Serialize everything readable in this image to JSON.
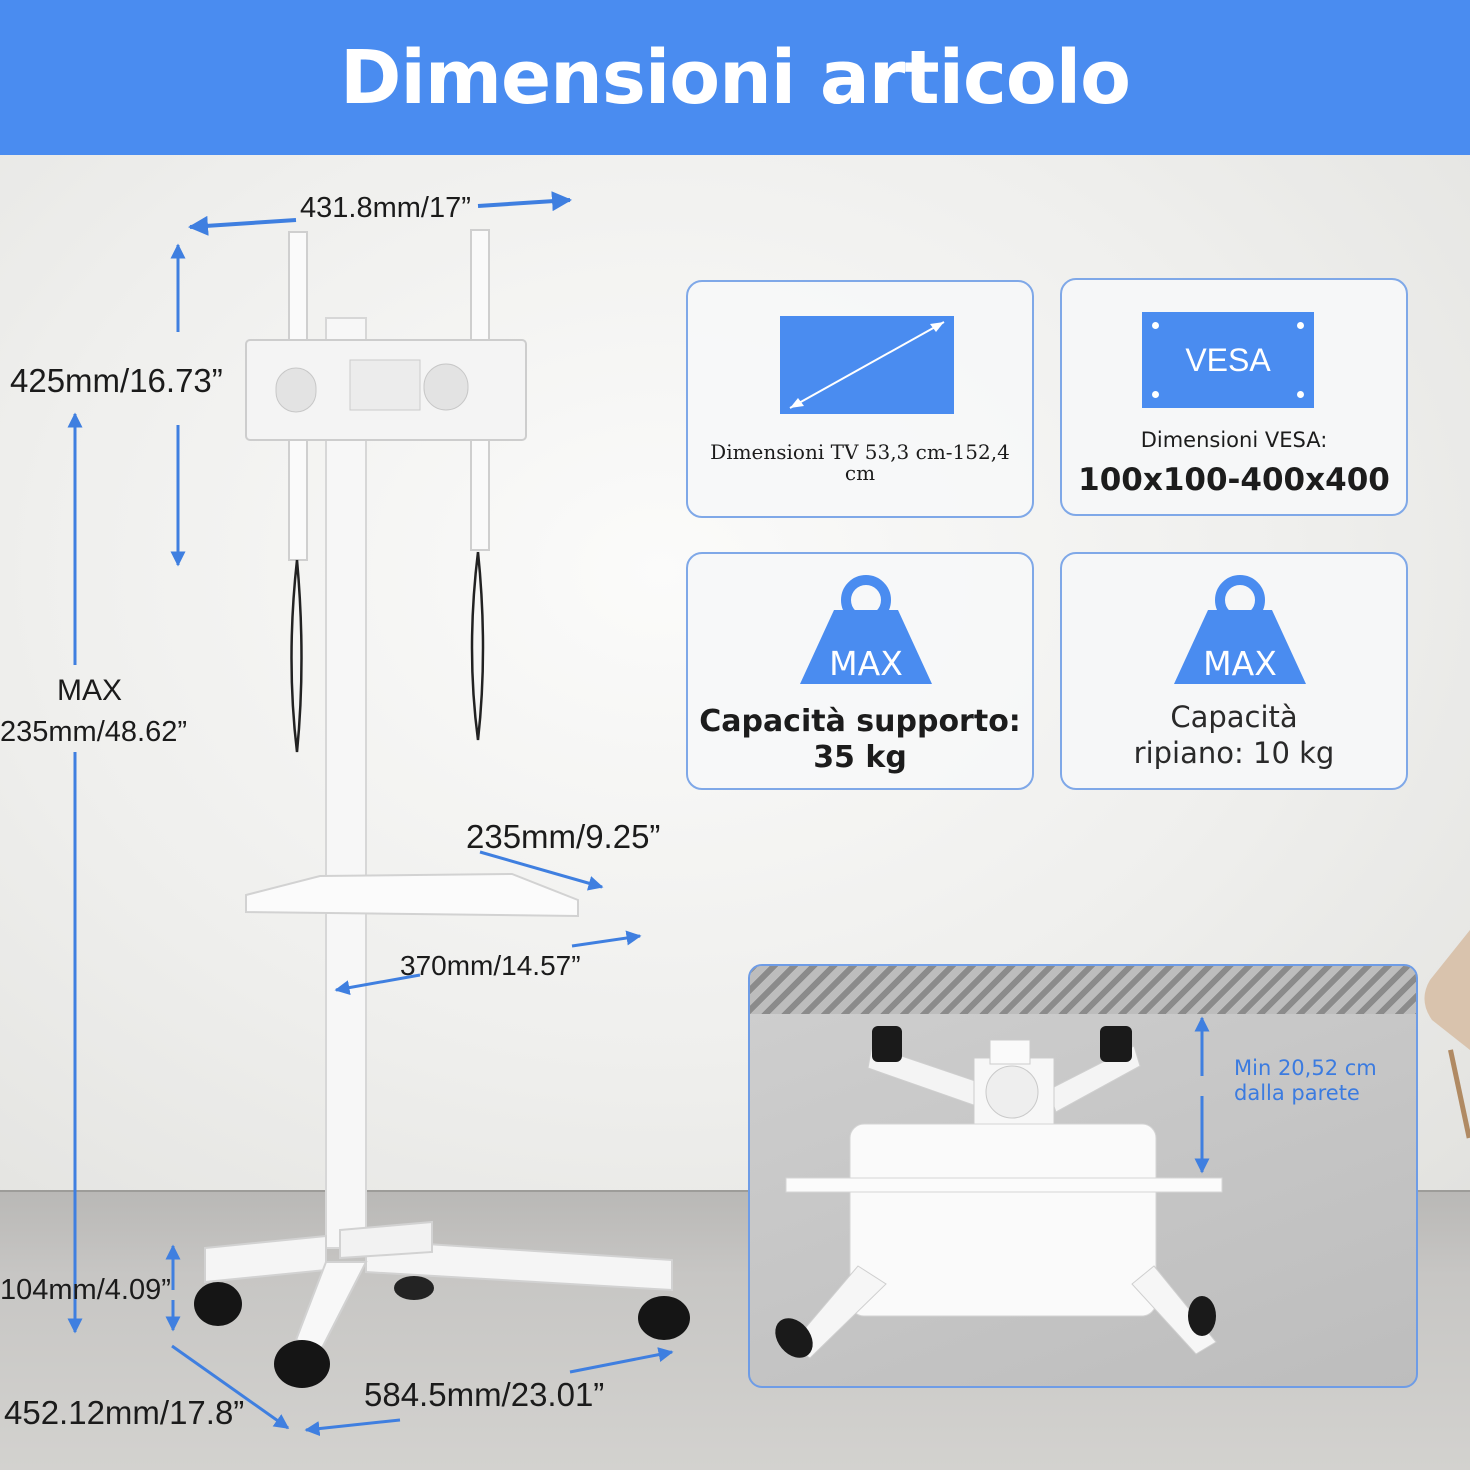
{
  "header": {
    "title": "Dimensioni articolo"
  },
  "dimensions": {
    "bracket_width": "431.8mm/17”",
    "bracket_height": "425mm/16.73”",
    "max_label": "MAX",
    "max_height": "235mm/48.62”",
    "shelf_depth": "235mm/9.25”",
    "shelf_width": "370mm/14.57”",
    "base_height": "104mm/4.09”",
    "base_depth": "452.12mm/17.8”",
    "base_width": "584.5mm/23.01”"
  },
  "cards": {
    "tv_size": {
      "text": "Dimensioni TV 53,3 cm-152,4 cm"
    },
    "vesa": {
      "icon_label": "VESA",
      "label": "Dimensioni VESA:",
      "value": "100x100-400x400"
    },
    "support_capacity": {
      "icon_label": "MAX",
      "line1": "Capacità supporto:",
      "line2": "35 kg"
    },
    "shelf_capacity": {
      "icon_label": "MAX",
      "line1": "Capacità",
      "line2": "ripiano: 10 kg"
    }
  },
  "top_view": {
    "line1": "Min 20,52 cm",
    "line2": "dalla parete"
  },
  "colors": {
    "accent": "#4a8cf0",
    "text": "#1b1b1b",
    "note": "#3b7be0"
  }
}
